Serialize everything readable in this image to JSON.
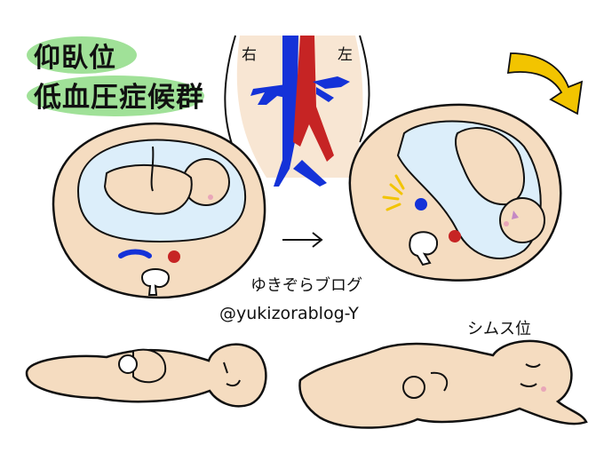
{
  "title_line1": "仰臥位",
  "title_line2": "低血圧症候群",
  "vessel_label_right": "右",
  "vessel_label_left": "左",
  "credit_line1": "ゆきぞらブログ",
  "credit_line2": "@yukizorablog-Y",
  "pose_label": "シムス位",
  "colors": {
    "highlight": "#8fdc86",
    "skin": "#f5dcc0",
    "amniotic": "#dceefa",
    "vein": "#1432d8",
    "artery": "#c62424",
    "arrow": "#f2c400"
  }
}
